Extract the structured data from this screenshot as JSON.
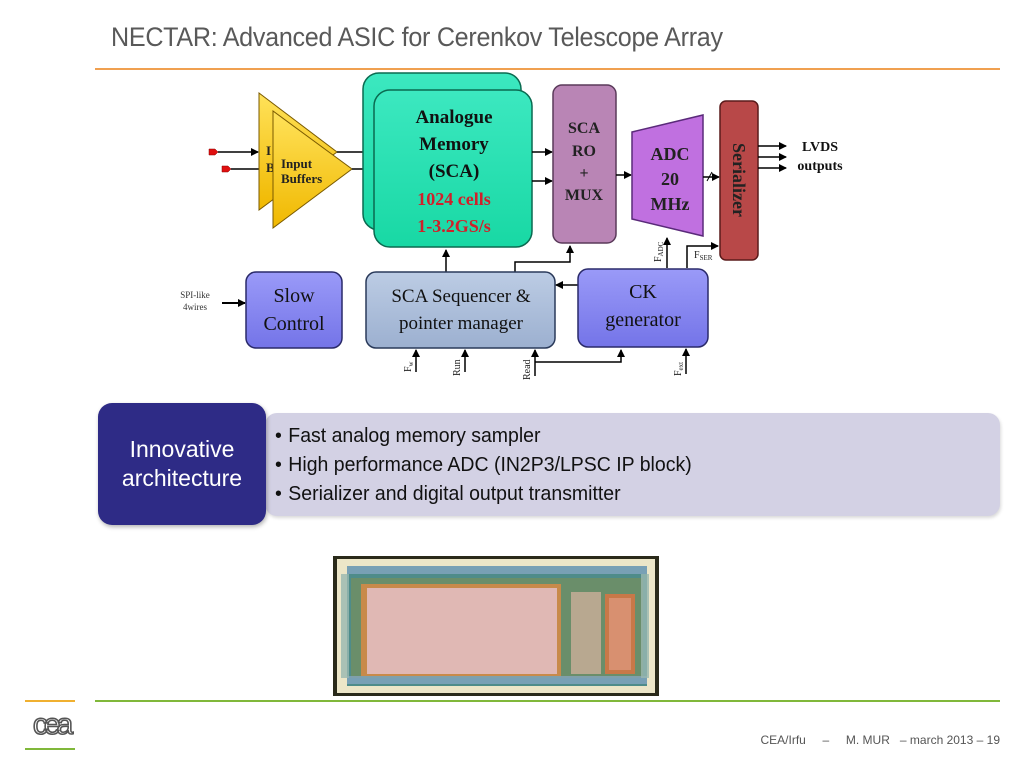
{
  "slide": {
    "title": "NECTAR:  Advanced ASIC for Cerenkov Telescope Array"
  },
  "diagram": {
    "input_buffers": {
      "line1": "Input",
      "line2": "Buffers",
      "hidden1": "I",
      "hidden2": "B"
    },
    "memory": {
      "line1": "Analogue",
      "line2": "Memory",
      "line3": "(SCA)",
      "line4": "1024 cells",
      "line5": "1-3.2GS/s"
    },
    "sca_ro": {
      "line1": "SCA",
      "line2": "RO",
      "line3": "+",
      "line4": "MUX"
    },
    "adc": {
      "line1": "ADC",
      "line2": "20",
      "line3": "MHz"
    },
    "serializer": "Serializer",
    "outputs": {
      "line1": "LVDS",
      "line2": "outputs"
    },
    "slow_control": {
      "line1": "Slow",
      "line2": "Control"
    },
    "spi": {
      "line1": "SPI-like",
      "line2": "4wires"
    },
    "sequencer": {
      "line1": "SCA Sequencer &",
      "line2": "pointer manager"
    },
    "ck": {
      "line1": "CK",
      "line2": "generator"
    },
    "signals": {
      "f_adc": "F",
      "f_adc_sub": "ADC",
      "f_ser": "F",
      "f_ser_sub": "SER",
      "f_w": "F",
      "f_w_sub": "w",
      "run": "Run",
      "read": "Read",
      "f_ext": "F",
      "f_ext_sub": "ext"
    },
    "colors": {
      "buffer": "#f7c800",
      "memory": "#1ee0b0",
      "sca_ro": "#b985b5",
      "adc": "#c070e0",
      "serializer": "#b84848",
      "control_block": "#8080f0",
      "sequencer": "#a8bcd8",
      "memory_text_red": "#d0202a"
    }
  },
  "callout": {
    "label_line1": "Innovative",
    "label_line2": "architecture",
    "bullets": [
      "Fast analog memory sampler",
      "High performance ADC (IN2P3/LPSC IP block)",
      "Serializer and digital output transmitter"
    ]
  },
  "footer": {
    "org": "CEA/Irfu",
    "sep1": "–",
    "author": "M. MUR",
    "date": "– march  2013",
    "page": "– 19"
  },
  "logo": {
    "text": "cea"
  }
}
